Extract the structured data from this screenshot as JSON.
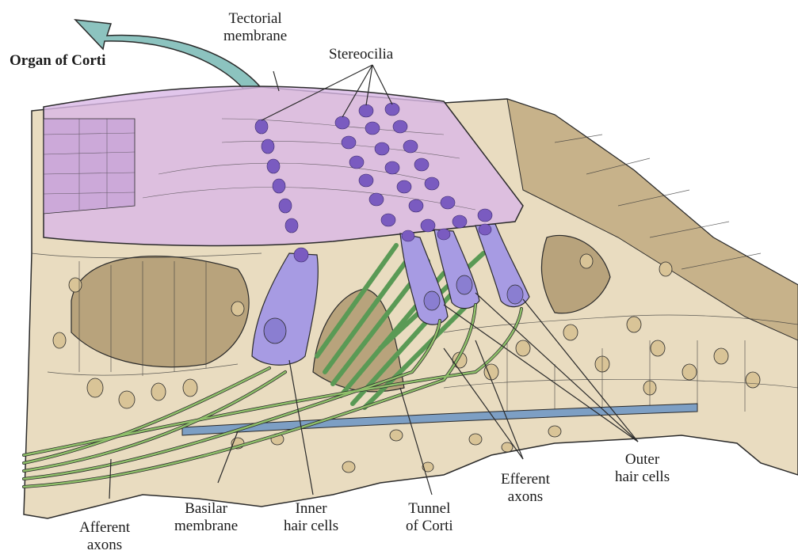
{
  "title": "Organ of Corti",
  "labels": {
    "tectorial": [
      "Tectorial",
      "membrane"
    ],
    "stereocilia": "Stereocilia",
    "afferent": [
      "Afferent",
      "axons"
    ],
    "basilar": [
      "Basilar",
      "membrane"
    ],
    "inner": [
      "Inner",
      "hair cells"
    ],
    "tunnel": [
      "Tunnel",
      "of Corti"
    ],
    "efferent": [
      "Efferent",
      "axons"
    ],
    "outer": [
      "Outer",
      "hair cells"
    ]
  },
  "colors": {
    "tissue": "#e9dcc0",
    "tissue_dark": "#b8a37c",
    "tectorial": "#d9b8e6",
    "hair_cell": "#a79be3",
    "nerve": "#8fbf6a",
    "pillar": "#5a9a55",
    "basilar": "#7d9fc4",
    "arrow": "#8cc3bf",
    "line": "#2a2a2a"
  }
}
